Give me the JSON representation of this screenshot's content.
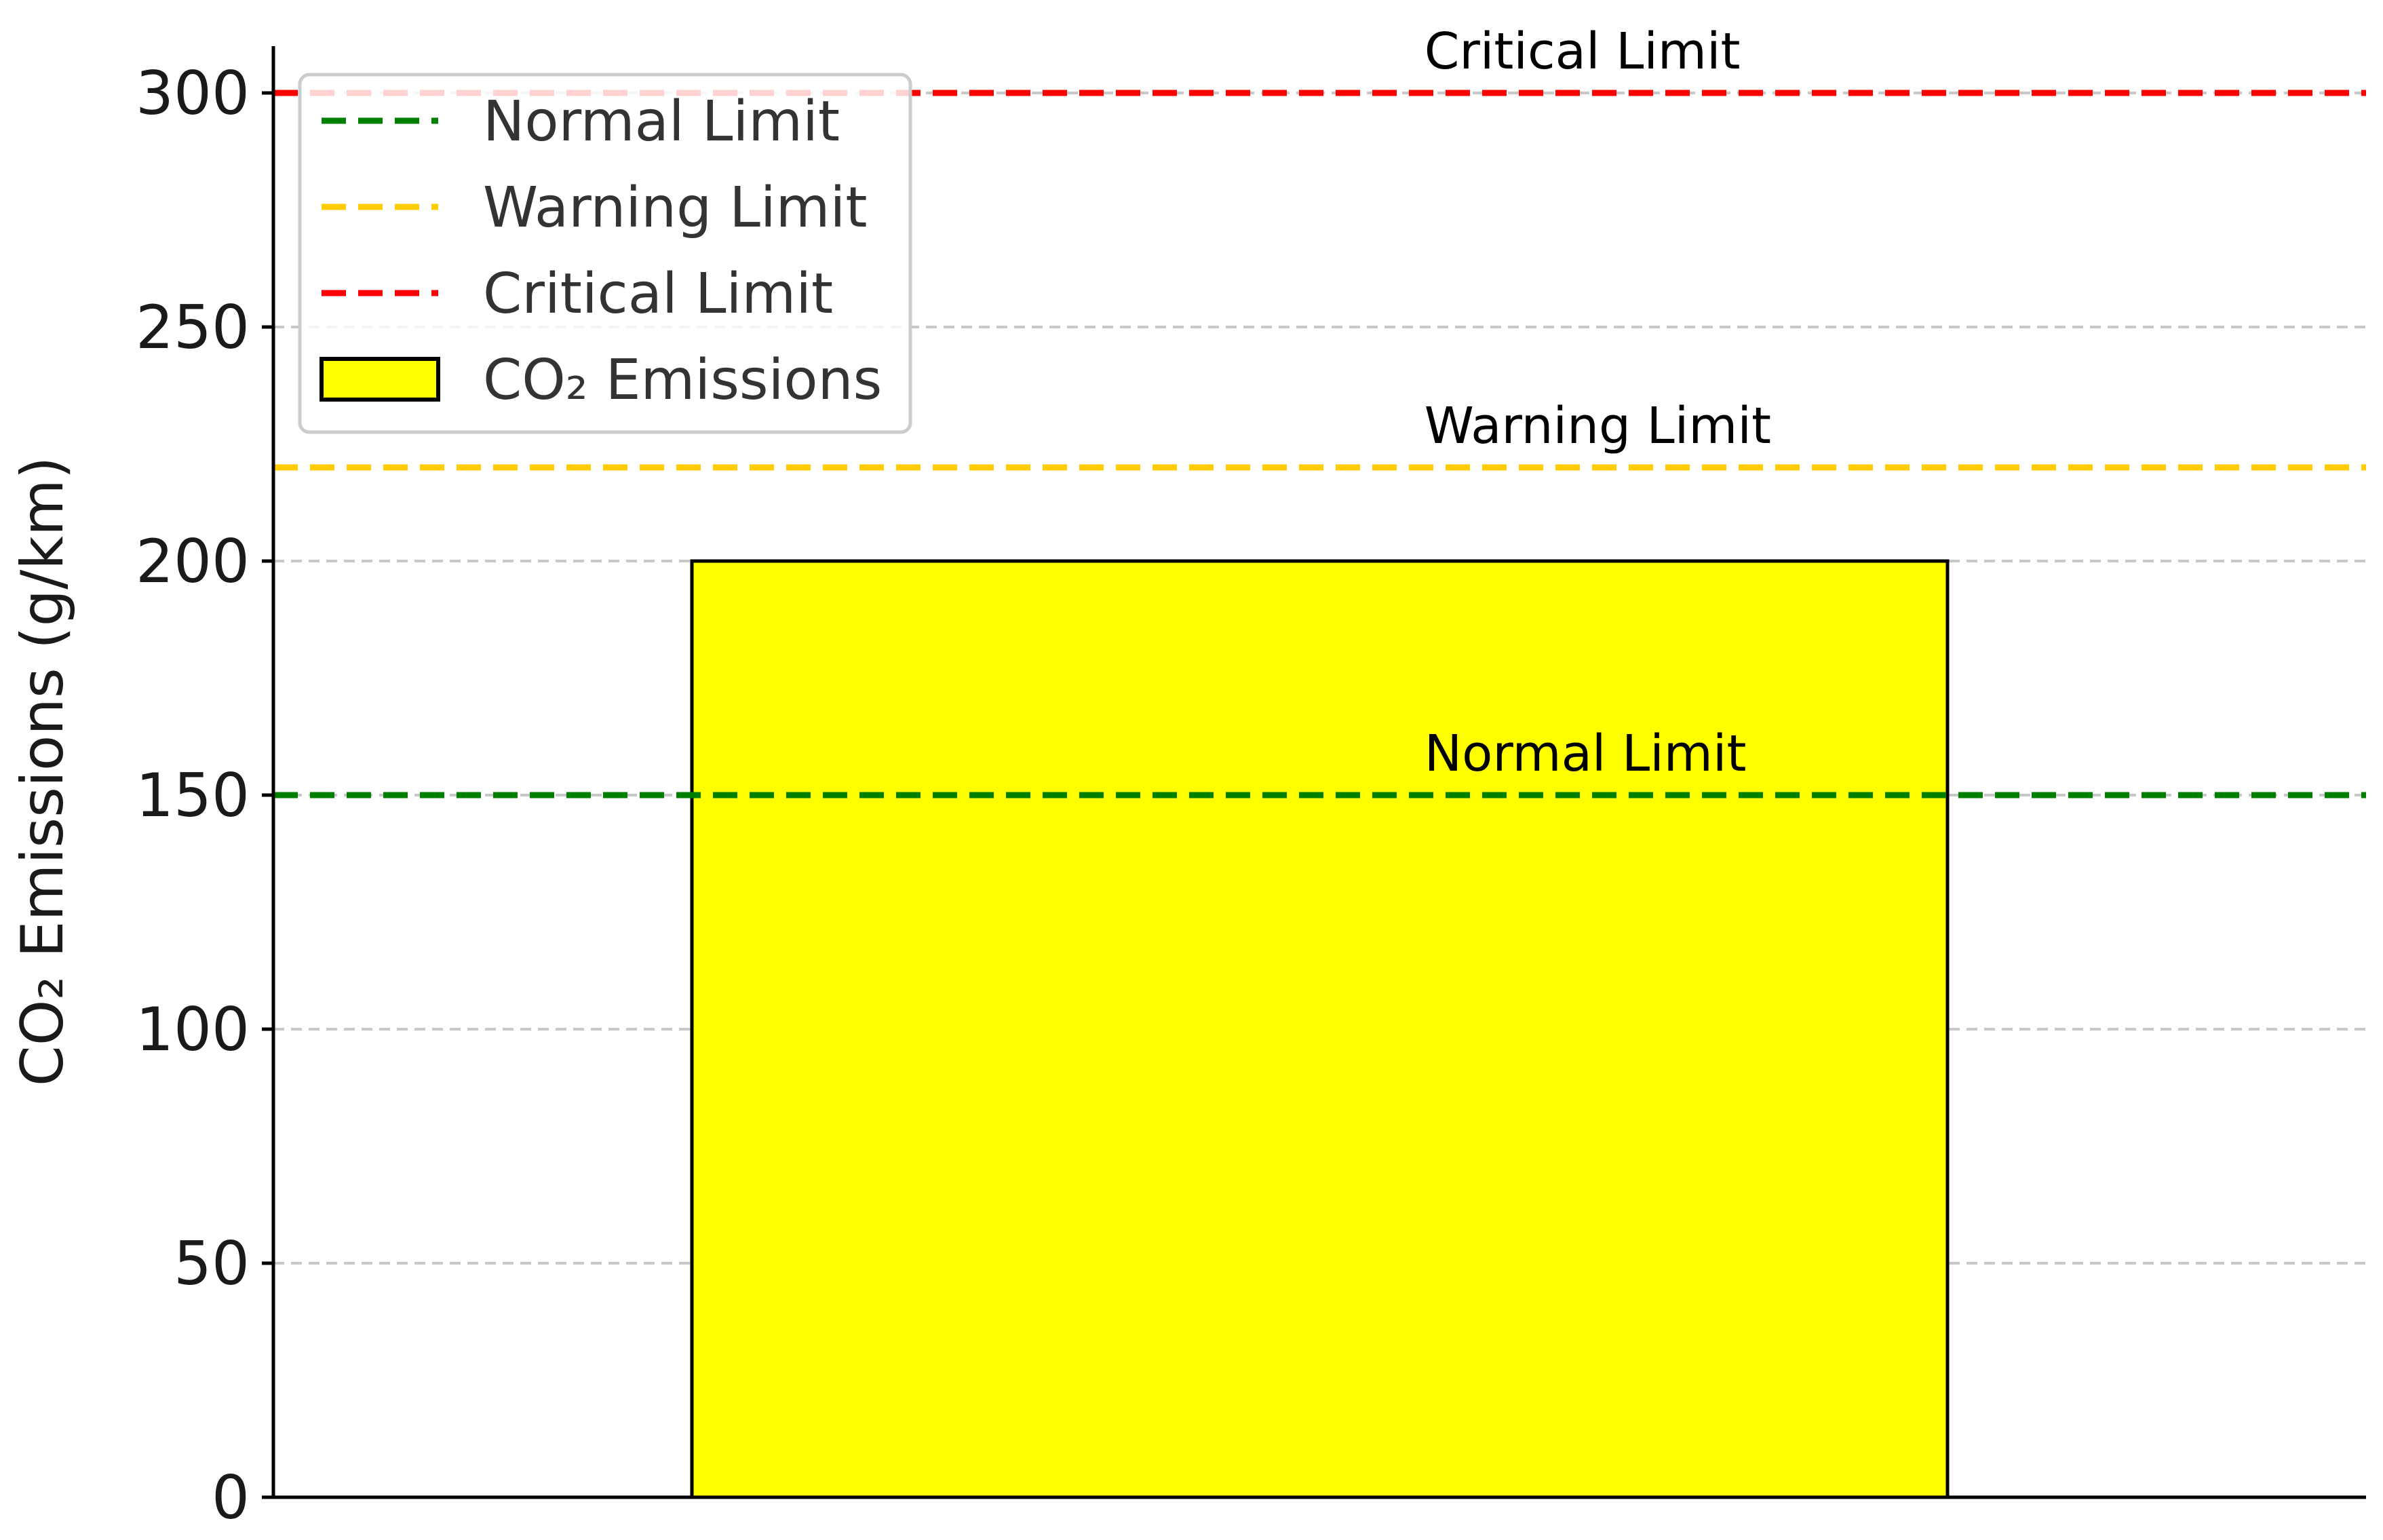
{
  "chart_data": {
    "type": "bar",
    "title": "",
    "xlabel": "",
    "ylabel": "CO₂ Emissions (g/km)",
    "ylim": [
      0,
      310
    ],
    "yticks": [
      0,
      50,
      100,
      150,
      200,
      250,
      300
    ],
    "grid": "y-dashed",
    "legend_position": "top-left",
    "categories": [
      ""
    ],
    "series": [
      {
        "name": "CO₂ Emissions",
        "values": [
          200
        ],
        "color": "#ffff00",
        "edgecolor": "#000000"
      }
    ],
    "reference_lines": [
      {
        "name": "Normal Limit",
        "value": 150,
        "color": "#008000",
        "label": "Normal Limit"
      },
      {
        "name": "Warning Limit",
        "value": 220,
        "color": "#ffcc00",
        "label": "Warning Limit"
      },
      {
        "name": "Critical Limit",
        "value": 300,
        "color": "#ff0000",
        "label": "Critical Limit"
      }
    ]
  }
}
